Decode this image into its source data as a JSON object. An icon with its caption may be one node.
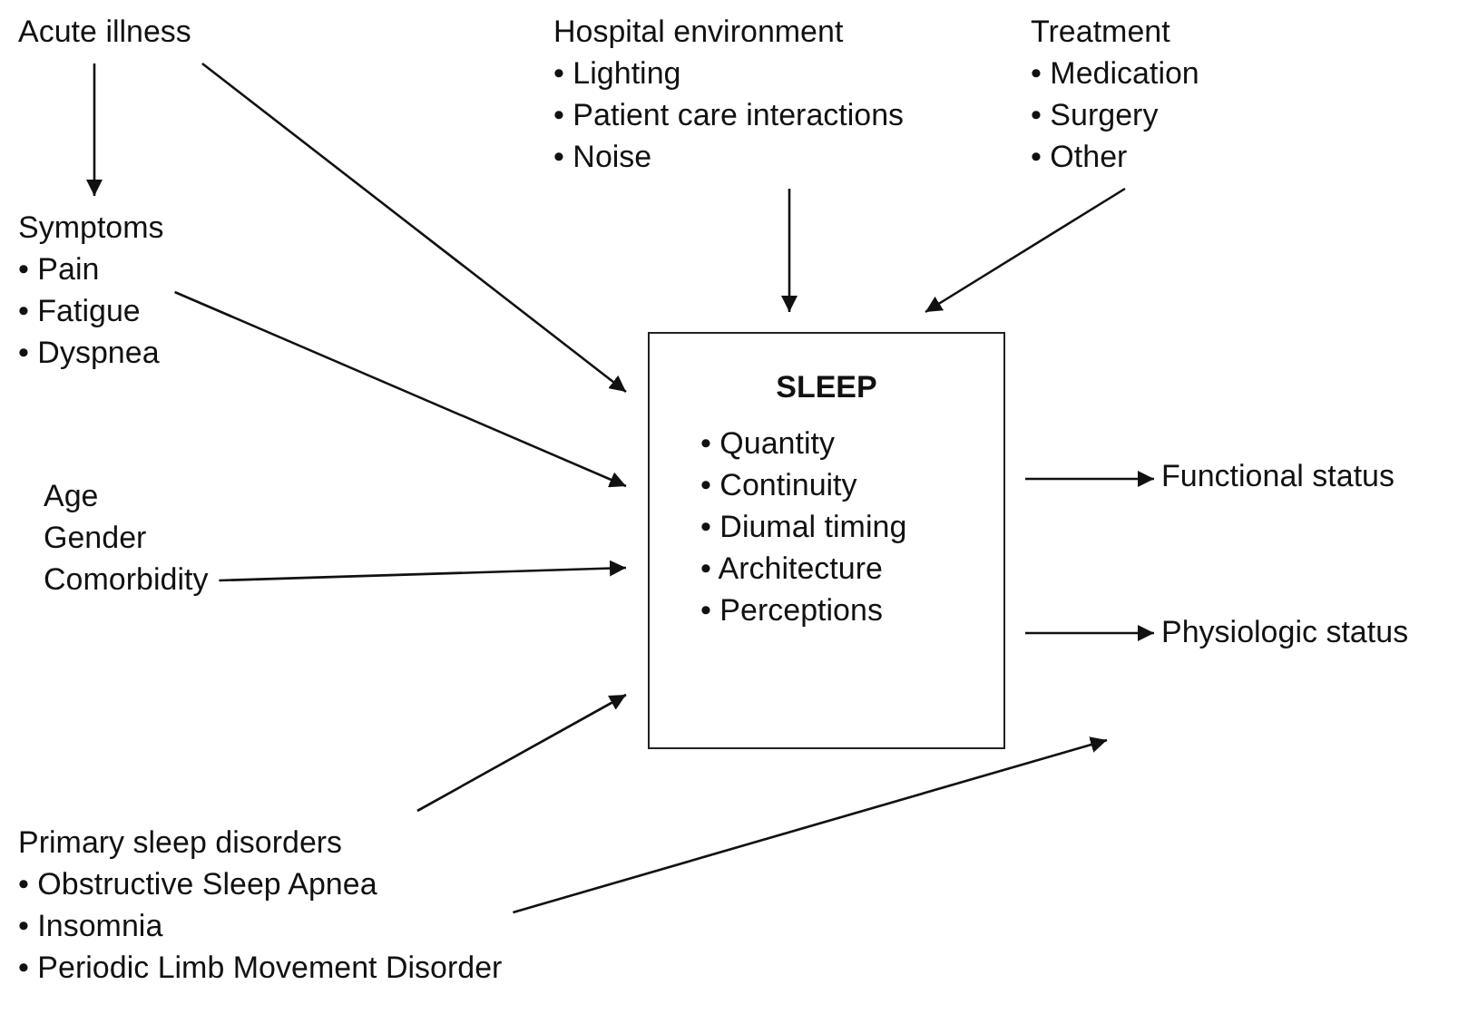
{
  "diagram": {
    "nodes": [
      {
        "text": [
          "Acute illness"
        ]
      },
      {
        "text": [
          "Hospital environment",
          "• Lighting",
          "• Patient care interactions",
          "• Noise"
        ]
      },
      {
        "text": [
          "Treatment",
          "• Medication",
          "• Surgery",
          "• Other"
        ]
      },
      {
        "text": [
          "Symptoms",
          "• Pain",
          "• Fatigue",
          "• Dyspnea"
        ]
      },
      {
        "text": [
          "Age",
          "Gender",
          "Comorbidity"
        ]
      },
      {
        "text": [
          "SLEEP",
          "• Quantity",
          "• Continuity",
          "• Diumal timing",
          "• Architecture",
          "• Perceptions"
        ]
      },
      {
        "text": [
          "Functional status"
        ]
      },
      {
        "text": [
          "Physiologic status"
        ]
      },
      {
        "text": [
          "Primary sleep disorders",
          "• Obstructive Sleep Apnea",
          "• Insomnia",
          "• Periodic Limb Movement Disorder"
        ]
      }
    ],
    "edges": [
      {
        "from": 0,
        "to": 3,
        "arrow": "to"
      },
      {
        "from": 0,
        "to": 5,
        "arrow": "to"
      },
      {
        "from": 3,
        "to": 5,
        "arrow": "to"
      },
      {
        "from": 4,
        "to": 5,
        "arrow": "to"
      },
      {
        "from": 8,
        "to": 5,
        "arrow": "to"
      },
      {
        "from": 1,
        "to": 5,
        "arrow": "to"
      },
      {
        "from": 2,
        "to": 5,
        "arrow": "to"
      },
      {
        "from": 5,
        "to": 6,
        "arrow": "to"
      },
      {
        "from": 5,
        "to": 7,
        "arrow": "to"
      },
      {
        "from": 8,
        "to": null,
        "arrow": "to"
      }
    ]
  }
}
